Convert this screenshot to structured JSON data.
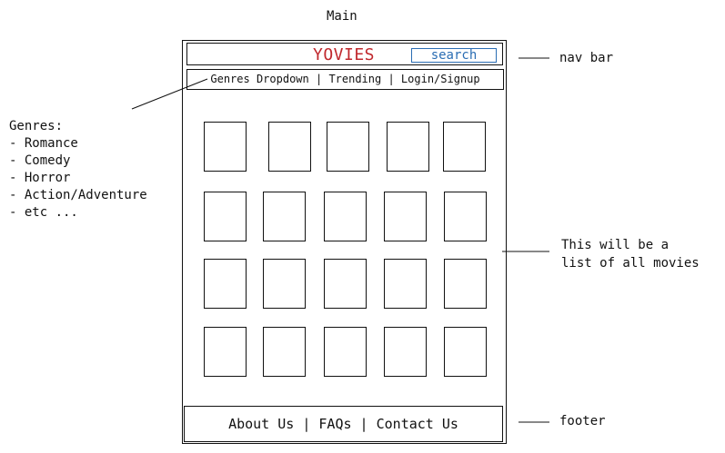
{
  "page_title": "Main",
  "navbar": {
    "brand": "YOVIES",
    "search_label": "search",
    "menu": {
      "genres": "Genres Dropdown",
      "sep1": " | ",
      "trending": "Trending",
      "sep2": " | ",
      "login": "Login/Signup"
    }
  },
  "movie_grid": {
    "rows": 4,
    "columns": 5
  },
  "footer": {
    "about": "About Us",
    "sep1": " | ",
    "faqs": "FAQs",
    "sep2": " | ",
    "contact": "Contact Us"
  },
  "annotations": {
    "nav_bar": "nav bar",
    "movies_line1": "This will be a",
    "movies_line2": "list of all movies",
    "footer": "footer",
    "genres_heading": "Genres:",
    "genres_items": [
      "- Romance",
      "- Comedy",
      "- Horror",
      "- Action/Adventure",
      "- etc ..."
    ]
  },
  "colors": {
    "brand": "#c0282d",
    "search": "#2a6db3",
    "ink": "#111111"
  }
}
